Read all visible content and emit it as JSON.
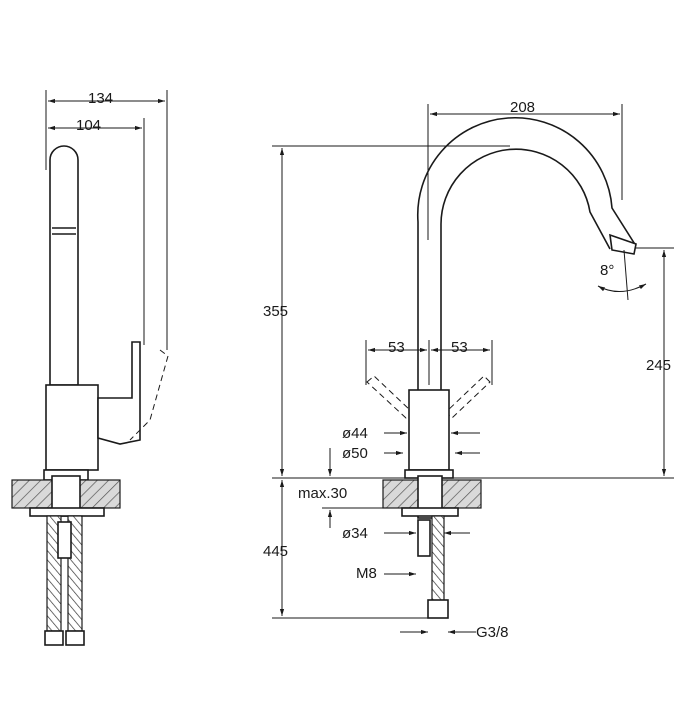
{
  "dimensions": {
    "side_total_width": "134",
    "side_spout_width": "104",
    "front_spout_reach": "208",
    "angle": "8°",
    "height_total": "355",
    "handle_left": "53",
    "handle_right": "53",
    "spout_height": "245",
    "dia_body": "ø44",
    "dia_base": "ø50",
    "max_thickness": "max.30",
    "hole_dia": "ø34",
    "hose_length": "445",
    "thread": "M8",
    "connection": "G3/8"
  }
}
